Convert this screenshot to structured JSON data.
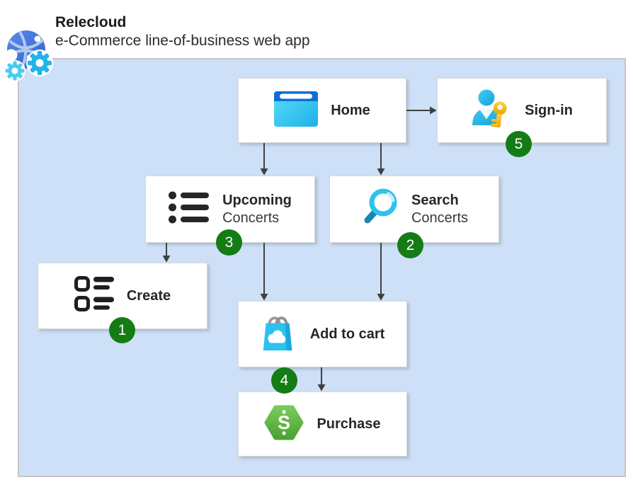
{
  "header": {
    "title": "Relecloud",
    "subtitle": "e-Commerce line-of-business web app",
    "logo": "web-app-gears-icon"
  },
  "nodes": [
    {
      "id": "home",
      "title": "Home",
      "subtitle": "",
      "icon": "browser-icon",
      "badge": ""
    },
    {
      "id": "sign-in",
      "title": "Sign-in",
      "subtitle": "",
      "icon": "user-key-icon",
      "badge": "5"
    },
    {
      "id": "upcoming-concerts",
      "title": "Upcoming",
      "subtitle": "Concerts",
      "icon": "bulleted-list-icon",
      "badge": "3"
    },
    {
      "id": "search-concerts",
      "title": "Search",
      "subtitle": "Concerts",
      "icon": "magnifier-icon",
      "badge": "2"
    },
    {
      "id": "create",
      "title": "Create",
      "subtitle": "",
      "icon": "detail-list-icon",
      "badge": "1"
    },
    {
      "id": "add-to-cart",
      "title": "Add to cart",
      "subtitle": "",
      "icon": "shopping-bag-cloud-icon",
      "badge": "4"
    },
    {
      "id": "purchase",
      "title": "Purchase",
      "subtitle": "",
      "icon": "dollar-hexagon-icon",
      "badge": ""
    }
  ],
  "edges": [
    {
      "from": "home",
      "to": "sign-in"
    },
    {
      "from": "home",
      "to": "upcoming-concerts"
    },
    {
      "from": "home",
      "to": "search-concerts"
    },
    {
      "from": "upcoming-concerts",
      "to": "create"
    },
    {
      "from": "upcoming-concerts",
      "to": "add-to-cart"
    },
    {
      "from": "search-concerts",
      "to": "add-to-cart"
    },
    {
      "from": "add-to-cart",
      "to": "purchase"
    }
  ],
  "colors": {
    "container_bg": "#cde0f7",
    "container_border": "#c6c6c6",
    "arrow": "#404040",
    "badge_bg": "#147c14",
    "badge_text": "#ffffff",
    "accent_cyan": "#2bc2ef",
    "accent_blue": "#0c6fd6",
    "accent_green": "#5cb043",
    "accent_gold": "#f2b300"
  }
}
